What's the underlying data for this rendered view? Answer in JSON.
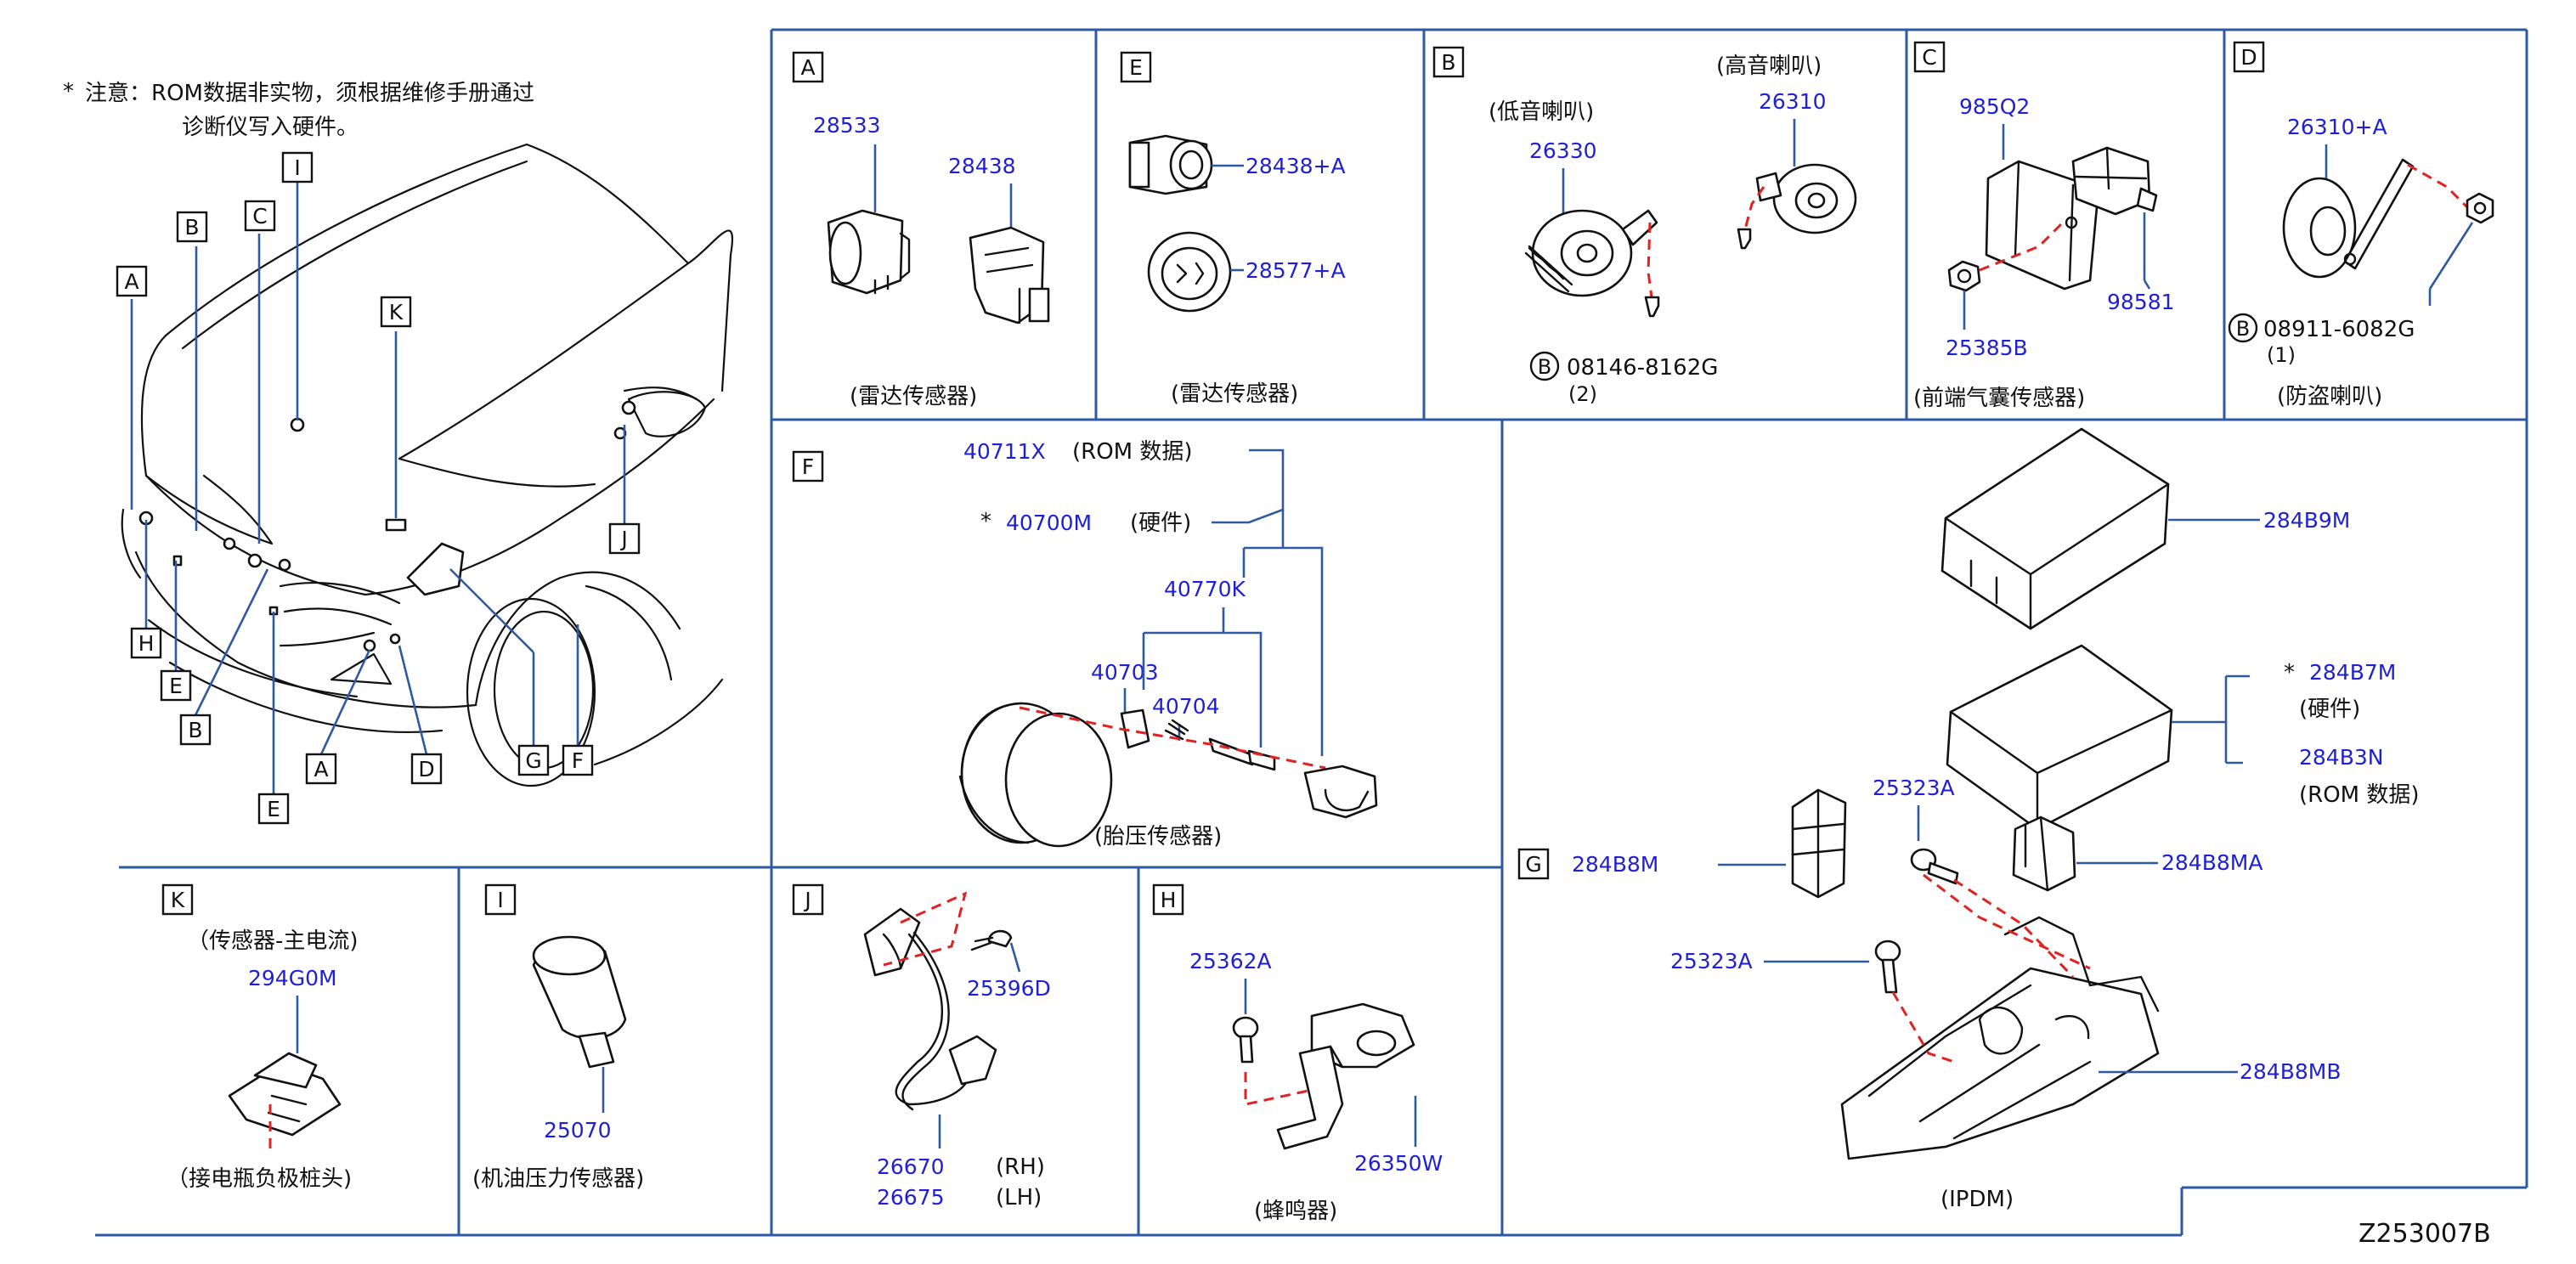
{
  "diagram_id": "Z253007B",
  "note": {
    "star": "*",
    "line1": "注意：ROM数据非实物，须根据维修手册通过",
    "line2": "诊断仪写入硬件。"
  },
  "overview_labels": {
    "top": [
      "B",
      "C",
      "I",
      "K",
      "A"
    ],
    "bottom": [
      "H",
      "E",
      "B",
      "E",
      "A",
      "D",
      "G",
      "F",
      "J"
    ]
  },
  "panels": {
    "A": {
      "letter": "A",
      "parts": [
        "28533",
        "28438"
      ],
      "caption": "(雷达传感器)"
    },
    "E": {
      "letter": "E",
      "parts": [
        "28438+A",
        "28577+A"
      ],
      "caption": "(雷达传感器)"
    },
    "B": {
      "letter": "B",
      "low_label": "(低音喇叭)",
      "high_label": "(高音喇叭)",
      "parts": [
        "26330",
        "26310"
      ],
      "bolt": "08146-8162G",
      "bolt_qty": "(2)",
      "bolt_mark": "B"
    },
    "C": {
      "letter": "C",
      "parts": [
        "985Q2",
        "98581",
        "25385B"
      ],
      "caption": "(前端气囊传感器)"
    },
    "D": {
      "letter": "D",
      "parts": [
        "26310+A"
      ],
      "bolt": "08911-6082G",
      "bolt_qty": "(1)",
      "bolt_mark": "B",
      "caption": "(防盗喇叭)"
    },
    "F": {
      "letter": "F",
      "rom_part": "40711X",
      "rom_label": "(ROM   数据)",
      "star": "*",
      "hw_part": "40700M",
      "hw_label": "(硬件)",
      "parts": [
        "40770K",
        "40703",
        "40704"
      ],
      "caption": "(胎压传感器)"
    },
    "G": {
      "letter": "G",
      "parts": [
        "284B9M",
        "284B7M",
        "284B3N",
        "25323A",
        "284B8M",
        "284B8MA",
        "25323A",
        "284B8MB"
      ],
      "hw_label": "(硬件)",
      "rom_label": "(ROM   数据)",
      "star": "*",
      "caption": "(IPDM)"
    },
    "K": {
      "letter": "K",
      "top_label": "（传感器-主电流)",
      "parts": [
        "294G0M"
      ],
      "caption": "（接电瓶负极桩头)"
    },
    "I": {
      "letter": "I",
      "parts": [
        "25070"
      ],
      "caption": "(机油压力传感器)"
    },
    "J": {
      "letter": "J",
      "parts": [
        "25396D",
        "26670",
        "26675"
      ],
      "rh": "(RH)",
      "lh": "(LH)"
    },
    "H": {
      "letter": "H",
      "parts": [
        "25362A",
        "26350W"
      ],
      "caption": "(蜂鸣器)"
    }
  }
}
